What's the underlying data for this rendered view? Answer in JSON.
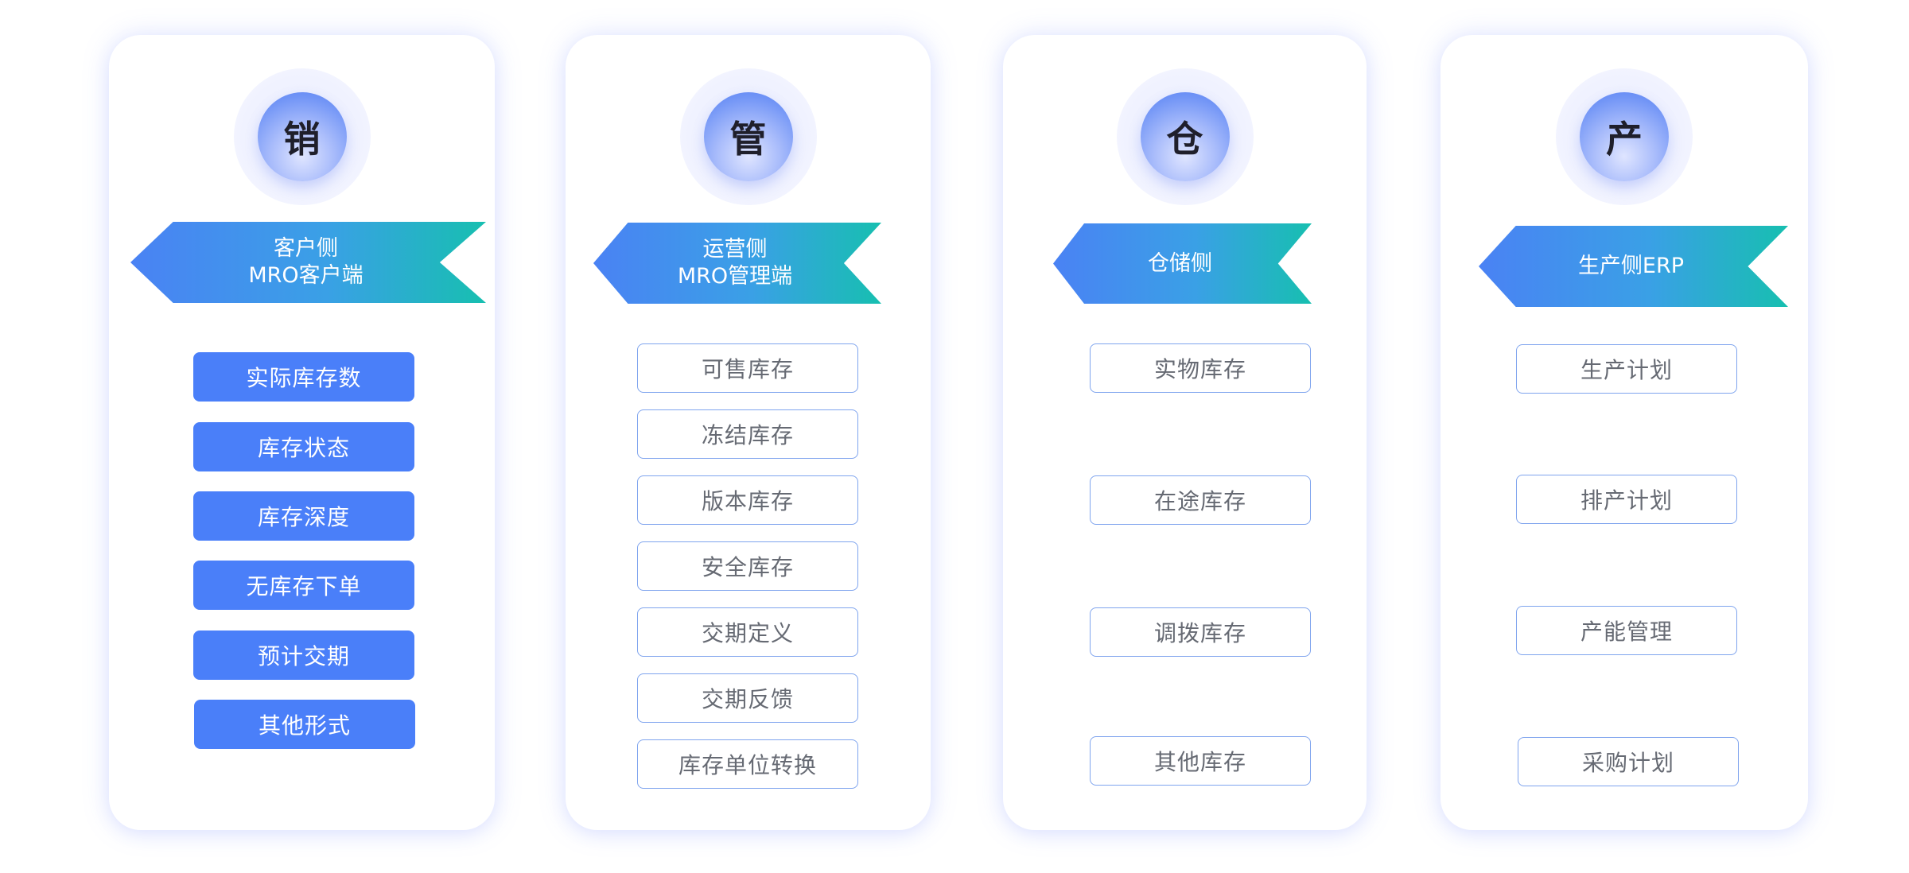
{
  "columns": [
    {
      "icon_char": "销",
      "banner_lines": [
        "客户侧",
        "MRO客户端"
      ],
      "items": [
        "实际库存数",
        "库存状态",
        "库存深度",
        "无库存下单",
        "预计交期",
        "其他形式"
      ]
    },
    {
      "icon_char": "管",
      "banner_lines": [
        "运营侧",
        "MRO管理端"
      ],
      "items": [
        "可售库存",
        "冻结库存",
        "版本库存",
        "安全库存",
        "交期定义",
        "交期反馈",
        "库存单位转换"
      ]
    },
    {
      "icon_char": "仓",
      "banner_lines": [
        "仓储侧"
      ],
      "items": [
        "实物库存",
        "在途库存",
        "调拨库存",
        "其他库存"
      ]
    },
    {
      "icon_char": "产",
      "banner_lines": [
        "生产侧ERP"
      ],
      "items": [
        "生产计划",
        "排产计划",
        "产能管理",
        "采购计划"
      ]
    }
  ],
  "colors": {
    "primary_blue": "#4a7ff9",
    "banner_gradient_start": "#4a82f4",
    "banner_gradient_end": "#17bfb0",
    "outline_border": "#7fa4ee",
    "item_text": "#666a73"
  }
}
